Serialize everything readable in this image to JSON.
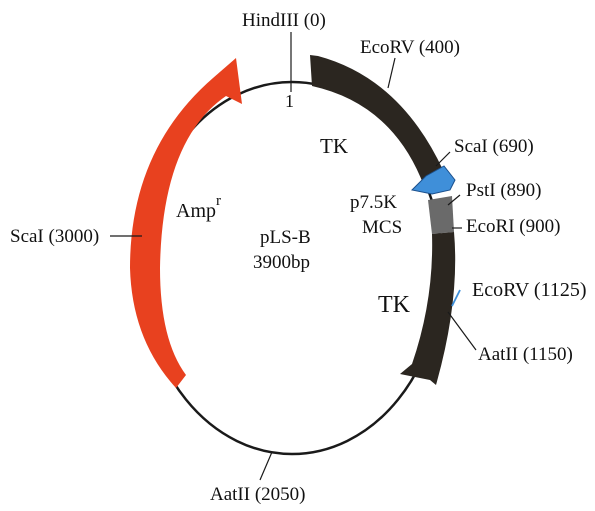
{
  "plasmid": {
    "name": "pLS-B",
    "size": "3900bp",
    "origin_mark": "1",
    "total_bp": 3900
  },
  "features": {
    "tk_upper": "TK",
    "tk_lower": "TK",
    "amp_base": "Amp",
    "amp_sup": "r",
    "promoter": "p7.5K",
    "mcs": "MCS"
  },
  "sites": {
    "hindiii": "HindIII (0)",
    "ecorv_400": "EcoRV (400)",
    "scai_690": "ScaI (690)",
    "psti_890": "PstI (890)",
    "ecori_900": "EcoRI (900)",
    "ecorv_1125": "EcoRV (1125)",
    "aatii_1150": "AatII (1150)",
    "aatii_2050": "AatII (2050)",
    "scai_3000": "ScaI (3000)"
  },
  "colors": {
    "backbone": "#1a1a1a",
    "tk": "#2b2620",
    "amp": "#e8411f",
    "promoter": "#3f8fd9",
    "mcs": "#6a6a6a"
  }
}
